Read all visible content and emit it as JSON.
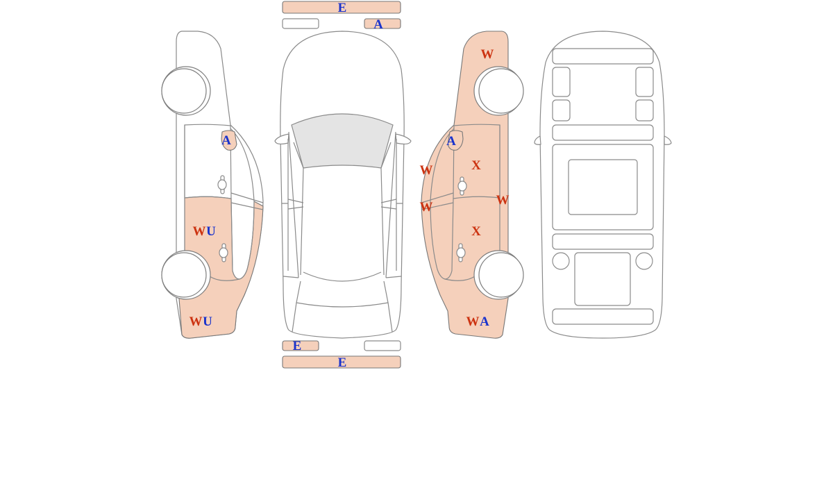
{
  "colors": {
    "damage_fill": "#f5d0bb",
    "outline": "#8a8a8a",
    "glass": "#e4e4e4",
    "code_red": "#cc3311",
    "code_blue": "#1a33cc"
  },
  "bumper_codes": {
    "front_bar": "E",
    "front_right_corner": "A",
    "rear_left_corner": "E",
    "rear_bar": "E"
  },
  "left_side_codes": {
    "mirror": "A",
    "rear_door_1": "W",
    "rear_door_2": "U",
    "rear_quarter_1": "W",
    "rear_quarter_2": "U"
  },
  "right_side_codes": {
    "front_fender": "W",
    "mirror": "A",
    "a_pillar": "W",
    "rocker": "W",
    "front_door": "X",
    "b_pillar": "W",
    "rear_door": "X",
    "rear_quarter_1": "W",
    "rear_quarter_2": "A"
  }
}
